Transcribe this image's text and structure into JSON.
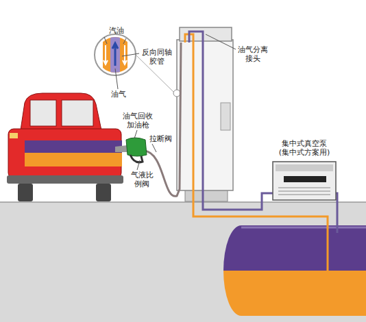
{
  "diagram": {
    "nodes": [
      {
        "text": [
          "集中式真空泵 (集中式方案用)"
        ]
      }
    ],
    "labels": [
      "汽油",
      "反向同轴胶管",
      "油气",
      "油气分离接头",
      "油气回收加油枪",
      "拉断阀",
      "气液比例阀"
    ]
  }
}
